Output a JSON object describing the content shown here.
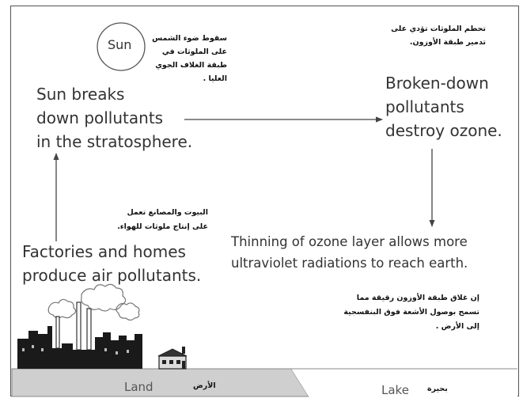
{
  "sun": {
    "label": "Sun",
    "ar_caption": [
      "سقوط ضوء الشمس",
      "على الملوثات في",
      "طبقة الغلاف الجوي",
      "العليا ."
    ],
    "en_caption": [
      "Sun breaks",
      "down pollutants",
      "in the stratosphere."
    ]
  },
  "ozone": {
    "ar_caption": [
      "تحطم الملوثات تؤدي على",
      "تدمير طبقة الأوزون."
    ],
    "en_caption": [
      "Broken-down",
      "pollutants",
      "destroy ozone."
    ]
  },
  "factories": {
    "ar_caption": [
      "البيوت والمصانع تعمل",
      "على إنتاج ملوثات للهواء."
    ],
    "en_caption": [
      "Factories and homes",
      "produce air pollutants."
    ]
  },
  "thinning": {
    "en_caption": [
      "Thinning of ozone layer allows more",
      "ultraviolet radiations to reach earth."
    ],
    "ar_caption": [
      "إن غلاق طبقة الأوزون رقيقة مما",
      "تسمح بوصول الأشعة فوق البنفسجية",
      "إلى الأرض ."
    ]
  },
  "ground": {
    "land_en": "Land",
    "land_ar": "الأرض",
    "lake_en": "Lake",
    "lake_ar": "بحيرة"
  },
  "colors": {
    "ground_fill": "#cfcfcf",
    "building_fill": "#1a1a1a",
    "arrow": "#444444"
  }
}
